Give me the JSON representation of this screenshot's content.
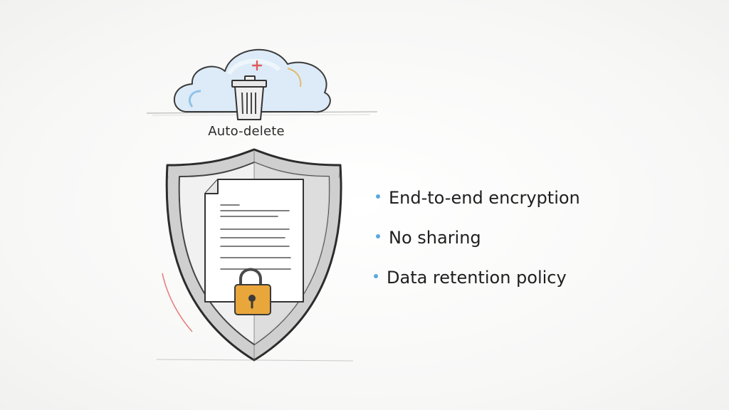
{
  "cloud": {
    "caption": "Auto-delete"
  },
  "features": {
    "items": [
      {
        "label": "End-to-end encryption"
      },
      {
        "label": "No sharing"
      },
      {
        "label": "Data retention policy"
      }
    ]
  },
  "colors": {
    "bullet": "#5aa9dc",
    "cloud_fill": "#dcebf7",
    "cloud_outline": "#3b3b3b",
    "padlock": "#e9a63a",
    "cross_mark": "#e05a5a",
    "accent_stroke": "#e06060"
  },
  "icons": {
    "cloud": "cloud-icon",
    "trash": "trash-can-icon",
    "shield": "shield-icon",
    "document": "document-icon",
    "padlock": "padlock-icon",
    "plus": "plus-mark-icon"
  }
}
